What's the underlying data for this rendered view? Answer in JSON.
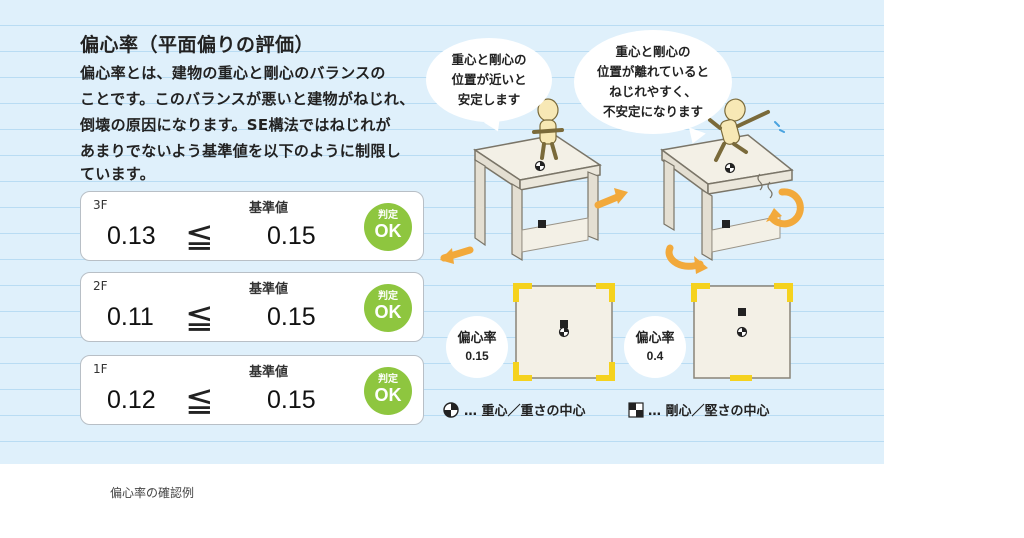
{
  "figure": {
    "heading": "偏心率（平面偏りの評価）",
    "description_lines": [
      "偏心率とは、建物の重心と剛心のバランスの",
      "ことです。このバランスが悪いと建物がねじれ、",
      "倒壊の原因になります。SE構法ではねじれが",
      "あまりでないよう基準値を以下のように制限し",
      "ています。"
    ],
    "floors": [
      {
        "floor": "3F",
        "value": "0.13",
        "symbol": "≦",
        "standard_label": "基準値",
        "standard": "0.15",
        "badge_top": "判定",
        "badge_bottom": "OK"
      },
      {
        "floor": "2F",
        "value": "0.11",
        "symbol": "≦",
        "standard_label": "基準値",
        "standard": "0.15",
        "badge_top": "判定",
        "badge_bottom": "OK"
      },
      {
        "floor": "1F",
        "value": "0.12",
        "symbol": "≦",
        "standard_label": "基準値",
        "standard": "0.15",
        "badge_top": "判定",
        "badge_bottom": "OK"
      }
    ],
    "bubbles": {
      "stable": [
        "重心と剛心の",
        "位置が近いと",
        "安定します"
      ],
      "unstable": [
        "重心と剛心の",
        "位置が離れていると",
        "ねじれやすく、",
        "不安定になります"
      ]
    },
    "plans": [
      {
        "label": "偏心率",
        "value": "0.15"
      },
      {
        "label": "偏心率",
        "value": "0.4"
      }
    ],
    "legend": {
      "center_of_gravity": "… 重心／重さの中心",
      "center_of_rigidity": "… 剛心／堅さの中心"
    },
    "colors": {
      "panel_background": "#dff0fb",
      "ok_badge": "#8ec63f",
      "arrow_orange": "#f2a93b",
      "corner_yellow": "#f5d21e",
      "building_fill": "#f3f0e6"
    }
  },
  "caption": "偏心率の確認例"
}
